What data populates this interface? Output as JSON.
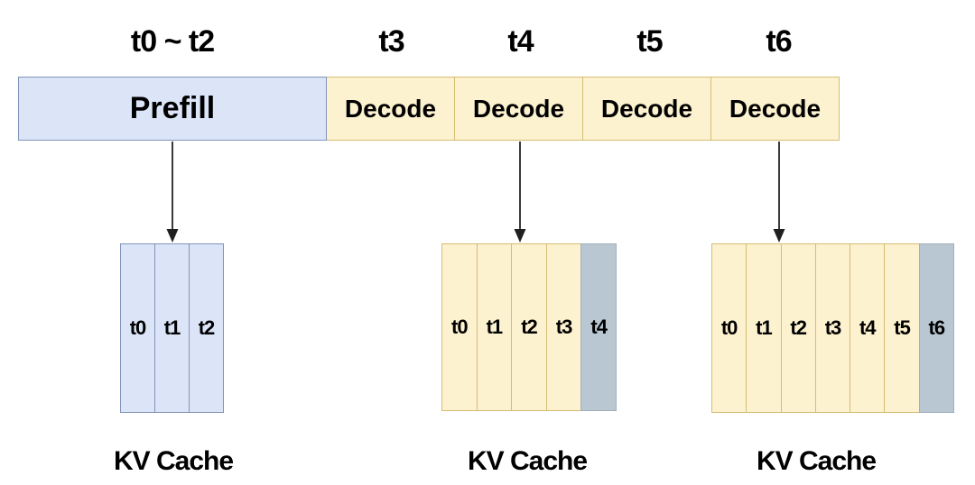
{
  "colors": {
    "prefill-fill": "#dbe5f7",
    "prefill-border": "#8194b8",
    "decode-fill": "#fdf2cf",
    "decode-border": "#d6bd72",
    "new-fill": "#b9c7d2",
    "new-border": "#a2b0bc",
    "arrow": "#3a3a3a",
    "text": "#000000"
  },
  "timeline": {
    "time_labels": [
      "t0 ~ t2",
      "t3",
      "t4",
      "t5",
      "t6"
    ],
    "cells": [
      {
        "label": "Prefill",
        "type": "prefill"
      },
      {
        "label": "Decode",
        "type": "decode"
      },
      {
        "label": "Decode",
        "type": "decode"
      },
      {
        "label": "Decode",
        "type": "decode"
      },
      {
        "label": "Decode",
        "type": "decode"
      }
    ]
  },
  "caches": [
    {
      "label": "KV Cache",
      "slots": [
        {
          "label": "t0",
          "state": "prefill"
        },
        {
          "label": "t1",
          "state": "prefill"
        },
        {
          "label": "t2",
          "state": "prefill"
        }
      ]
    },
    {
      "label": "KV Cache",
      "slots": [
        {
          "label": "t0",
          "state": "cached"
        },
        {
          "label": "t1",
          "state": "cached"
        },
        {
          "label": "t2",
          "state": "cached"
        },
        {
          "label": "t3",
          "state": "cached"
        },
        {
          "label": "t4",
          "state": "new"
        }
      ]
    },
    {
      "label": "KV Cache",
      "slots": [
        {
          "label": "t0",
          "state": "cached"
        },
        {
          "label": "t1",
          "state": "cached"
        },
        {
          "label": "t2",
          "state": "cached"
        },
        {
          "label": "t3",
          "state": "cached"
        },
        {
          "label": "t4",
          "state": "cached"
        },
        {
          "label": "t5",
          "state": "cached"
        },
        {
          "label": "t6",
          "state": "new"
        }
      ]
    }
  ]
}
